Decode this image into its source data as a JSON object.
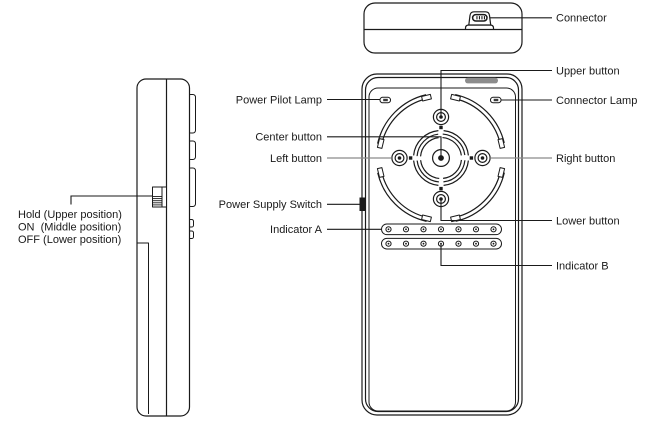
{
  "colors": {
    "line": "#1a1a1a",
    "leader_gray": "#8a8a8a",
    "slot_fill": "#8c8c8c",
    "background": "#ffffff"
  },
  "top_view": {
    "label_connector": "Connector"
  },
  "front_view": {
    "labels": {
      "upper_button": "Upper button",
      "power_pilot_lamp": "Power Pilot Lamp",
      "connector_lamp": "Connector Lamp",
      "center_button": "Center button",
      "left_button": "Left button",
      "right_button": "Right button",
      "power_supply_switch": "Power Supply Switch",
      "lower_button": "Lower button",
      "indicator_a": "Indicator A",
      "indicator_b": "Indicator B"
    },
    "indicator_dot_count": 7
  },
  "side_view": {
    "labels": {
      "hold": "Hold (Upper position)",
      "on": "ON  (Middle position)",
      "off": "OFF (Lower position)"
    }
  }
}
